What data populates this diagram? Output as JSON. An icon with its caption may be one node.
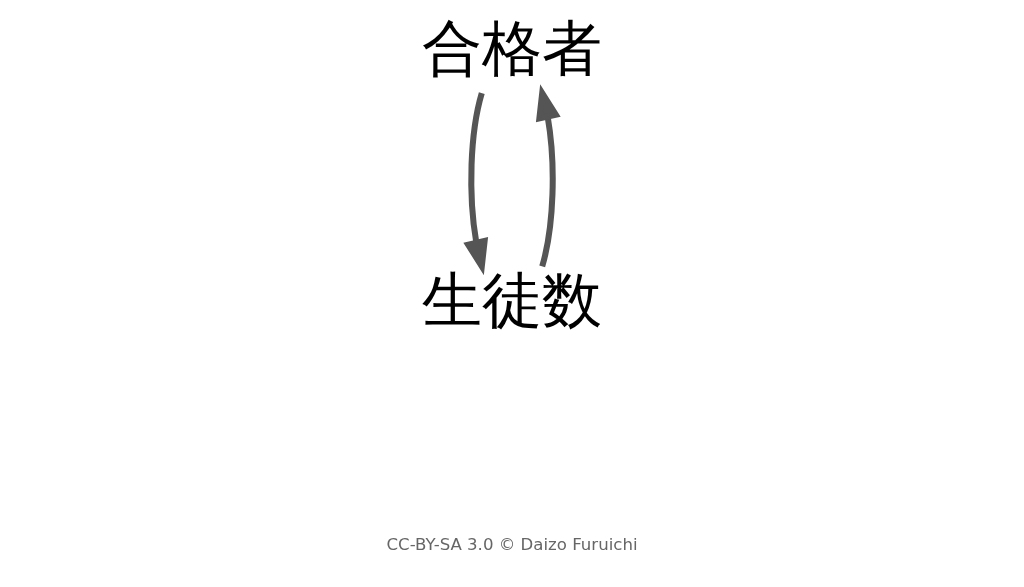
{
  "diagram": {
    "nodes": [
      {
        "text": [
          "合格者"
        ]
      },
      {
        "text": [
          "生徒数"
        ]
      }
    ],
    "edges": [
      {
        "from": 0,
        "to": 1,
        "arrow": "to"
      },
      {
        "from": 1,
        "to": 0,
        "arrow": "to"
      }
    ],
    "labels": [
      "CC-BY-SA 3.0 © Daizo Furuichi"
    ]
  }
}
